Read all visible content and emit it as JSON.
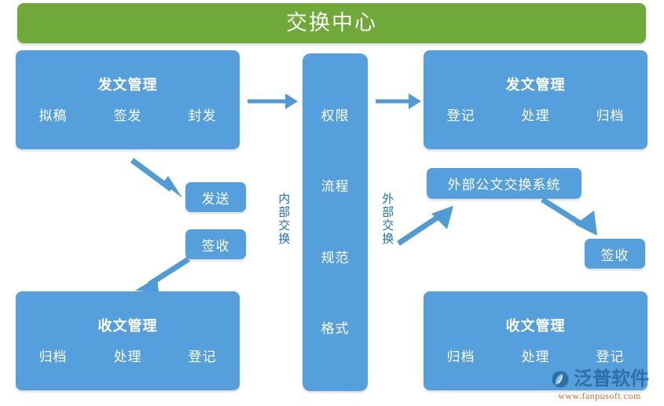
{
  "header": {
    "title": "交换中心",
    "color": "#6FA939"
  },
  "theme": {
    "block_blue": "#55A0DC",
    "arrow_blue": "#4E9BD6",
    "label_blue": "#1F6FB2",
    "page_background": "#FFFFFF"
  },
  "internal": {
    "label": "内部交换",
    "outgoing": {
      "title": "发文管理",
      "steps": [
        "拟稿",
        "签发",
        "封发"
      ]
    },
    "send_button": "发送",
    "receive_button": "签收",
    "incoming": {
      "title": "收文管理",
      "steps": [
        "归档",
        "处理",
        "登记"
      ]
    }
  },
  "center": {
    "items": [
      "权限",
      "流程",
      "规范",
      "格式"
    ]
  },
  "external": {
    "label": "外部交换",
    "outgoing": {
      "title": "发文管理",
      "steps": [
        "登记",
        "处理",
        "归档"
      ]
    },
    "exchange_system": "外部公文交换系统",
    "receive_button": "签收",
    "incoming": {
      "title": "收文管理",
      "steps": [
        "归档",
        "处理",
        "登记"
      ]
    }
  },
  "arrows": [
    {
      "name": "arrow-left-to-center",
      "direction": "right"
    },
    {
      "name": "arrow-center-to-right",
      "direction": "right"
    },
    {
      "name": "arrow-outgoing-to-send",
      "direction": "down-right"
    },
    {
      "name": "arrow-receive-to-incoming",
      "direction": "down-left"
    },
    {
      "name": "arrow-to-exchange-system",
      "direction": "up-right"
    },
    {
      "name": "arrow-exchange-to-receive",
      "direction": "down-right"
    }
  ],
  "watermark": {
    "brand": "泛普软件",
    "url": "www.fanpusoft.com"
  }
}
